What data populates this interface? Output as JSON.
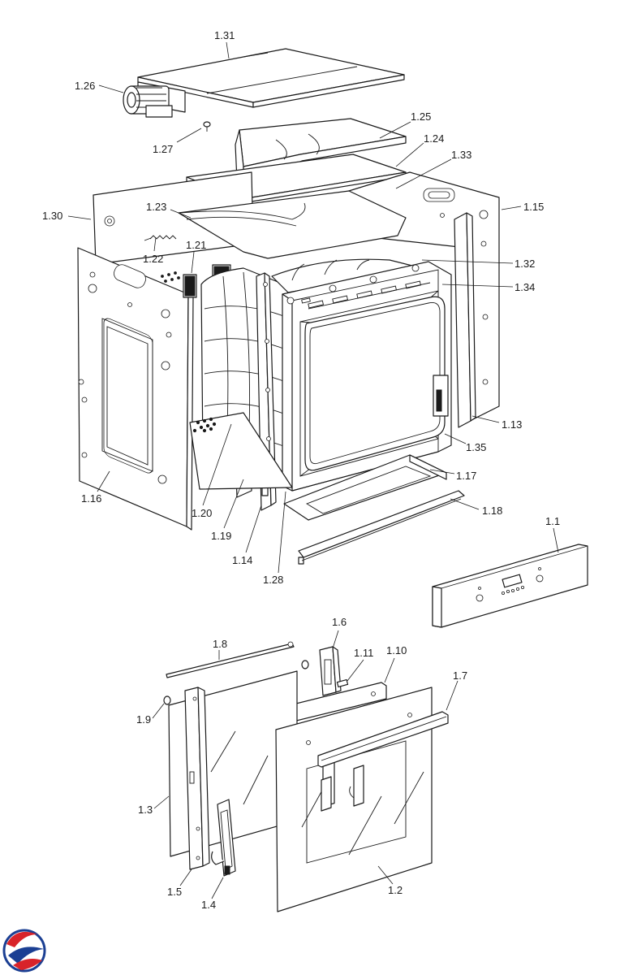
{
  "labels": {
    "l_1_31": "1.31",
    "l_1_26": "1.26",
    "l_1_27": "1.27",
    "l_1_25": "1.25",
    "l_1_24": "1.24",
    "l_1_33": "1.33",
    "l_1_30": "1.30",
    "l_1_23": "1.23",
    "l_1_15": "1.15",
    "l_1_22": "1.22",
    "l_1_21": "1.21",
    "l_1_32": "1.32",
    "l_1_34": "1.34",
    "l_1_13": "1.13",
    "l_1_35": "1.35",
    "l_1_17": "1.17",
    "l_1_16": "1.16",
    "l_1_20": "1.20",
    "l_1_19": "1.19",
    "l_1_18": "1.18",
    "l_1_14": "1.14",
    "l_1_28": "1.28",
    "l_1_1": "1.1",
    "l_1_6": "1.6",
    "l_1_8": "1.8",
    "l_1_11": "1.11",
    "l_1_10": "1.10",
    "l_1_7": "1.7",
    "l_1_9": "1.9",
    "l_1_3": "1.3",
    "l_1_5": "1.5",
    "l_1_4": "1.4",
    "l_1_2": "1.2"
  },
  "colors": {
    "ink": "#1a1a1a",
    "logo_red": "#d8232a",
    "logo_blue": "#1b3f93"
  },
  "icons": {
    "logo": "brand-logo-icon"
  }
}
